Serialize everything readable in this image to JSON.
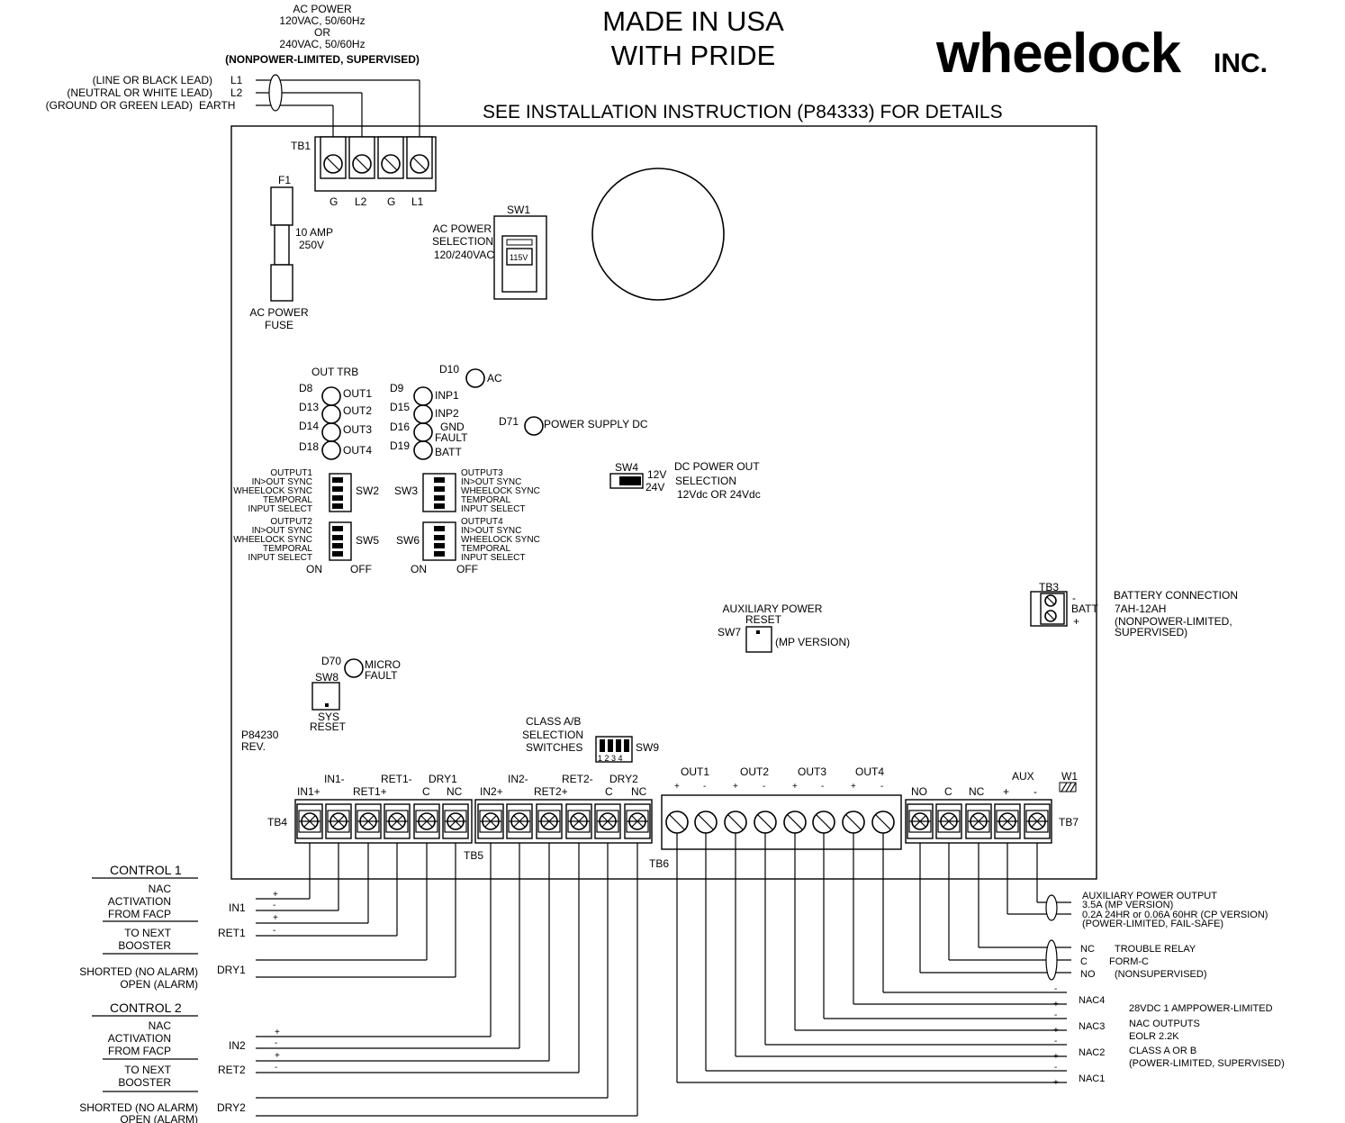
{
  "header": {
    "made_in_1": "MADE IN USA",
    "made_in_2": "WITH PRIDE",
    "brand": "wheelock",
    "brand_suffix": "INC.",
    "instructions": "SEE INSTALLATION INSTRUCTION (P84333) FOR DETAILS"
  },
  "ac_power": {
    "title": "AC POWER",
    "line1": "120VAC, 50/60Hz",
    "or": "OR",
    "line2": "240VAC, 50/60Hz",
    "note": "(NONPOWER-LIMITED, SUPERVISED)",
    "leads": [
      {
        "desc": "(LINE OR BLACK LEAD)",
        "term": "L1"
      },
      {
        "desc": "(NEUTRAL OR WHITE LEAD)",
        "term": "L2"
      },
      {
        "desc": "(GROUND OR GREEN LEAD)",
        "term": "EARTH"
      }
    ]
  },
  "tb1": {
    "label": "TB1",
    "terminals": [
      "G",
      "L2",
      "G",
      "L1"
    ]
  },
  "fuse": {
    "ref": "F1",
    "rating1": "10 AMP",
    "rating2": "250V",
    "name1": "AC POWER",
    "name2": "FUSE"
  },
  "sw1": {
    "ref": "SW1",
    "l1": "AC POWER",
    "l2": "SELECTION",
    "l3": "120/240VAC",
    "value": "115V"
  },
  "leds_out": {
    "title": "OUT TRB",
    "items": [
      {
        "ref": "D8",
        "label": "OUT1"
      },
      {
        "ref": "D13",
        "label": "OUT2"
      },
      {
        "ref": "D14",
        "label": "OUT3"
      },
      {
        "ref": "D18",
        "label": "OUT4"
      }
    ]
  },
  "leds_in": {
    "items": [
      {
        "ref": "D9",
        "label": "INP1"
      },
      {
        "ref": "D15",
        "label": "INP2"
      },
      {
        "ref": "D16",
        "label": "GND"
      },
      {
        "ref": "D19",
        "label": "BATT"
      }
    ],
    "fault": "FAULT"
  },
  "led_ac": {
    "ref": "D10",
    "label": "AC"
  },
  "led_ps": {
    "ref": "D71",
    "label": "POWER SUPPLY DC"
  },
  "dip_left": {
    "sw2": {
      "ref": "SW2",
      "title": "OUTPUT1",
      "items": [
        "IN>OUT SYNC",
        "WHEELOCK SYNC",
        "TEMPORAL",
        "INPUT SELECT"
      ]
    },
    "sw5": {
      "ref": "SW5",
      "title": "OUTPUT2",
      "items": [
        "IN>OUT SYNC",
        "WHEELOCK SYNC",
        "TEMPORAL",
        "INPUT SELECT"
      ]
    },
    "on": "ON",
    "off": "OFF"
  },
  "dip_right": {
    "sw3": {
      "ref": "SW3",
      "title": "OUTPUT3",
      "items": [
        "IN>OUT SYNC",
        "WHEELOCK SYNC",
        "TEMPORAL",
        "INPUT SELECT"
      ]
    },
    "sw6": {
      "ref": "SW6",
      "title": "OUTPUT4",
      "items": [
        "IN>OUT SYNC",
        "WHEELOCK SYNC",
        "TEMPORAL",
        "INPUT SELECT"
      ]
    },
    "on": "ON",
    "off": "OFF"
  },
  "sw4": {
    "ref": "SW4",
    "v12": "12V",
    "v24": "24V",
    "l1": "DC POWER OUT",
    "l2": "SELECTION",
    "l3": "12Vdc OR 24Vdc"
  },
  "tb3": {
    "ref": "TB3",
    "minus": "-",
    "plus": "+",
    "batt": "BATT",
    "l1": "BATTERY CONNECTION",
    "l2": "7AH-12AH",
    "l3": "(NONPOWER-LIMITED,",
    "l4": "SUPERVISED)"
  },
  "sw7": {
    "l1": "AUXILIARY POWER",
    "l2": "RESET",
    "ref": "SW7",
    "note": "(MP VERSION)"
  },
  "micro": {
    "ref": "D70",
    "l1": "MICRO",
    "l2": "FAULT",
    "sw": "SW8",
    "r1": "SYS",
    "r2": "RESET"
  },
  "partno": {
    "p": "P84230",
    "rev": "REV."
  },
  "sw9": {
    "l1": "CLASS A/B",
    "l2": "SELECTION",
    "l3": "SWITCHES",
    "ref": "SW9",
    "nums": "1 2 3 4"
  },
  "tb4": {
    "ref": "TB4",
    "top": [
      "IN1-",
      "RET1-",
      "DRY1"
    ],
    "bottom": [
      "IN1+",
      "RET1+",
      "C",
      "NC"
    ]
  },
  "tb5": {
    "ref": "TB5",
    "top": [
      "IN2-",
      "RET2-",
      "DRY2"
    ],
    "bottom": [
      "IN2+",
      "RET2+",
      "C",
      "NC"
    ]
  },
  "tb6": {
    "ref": "TB6",
    "outs": [
      "OUT1",
      "OUT2",
      "OUT3",
      "OUT4"
    ],
    "pm": [
      "+",
      "-"
    ]
  },
  "tb7": {
    "ref": "TB7",
    "labels": [
      "NO",
      "C",
      "NC",
      "+",
      "-"
    ],
    "aux": "AUX",
    "w1": "W1"
  },
  "control1": {
    "title": "CONTROL 1",
    "nac1": "NAC",
    "nac2": "ACTIVATION",
    "nac3": "FROM FACP",
    "in": "IN1",
    "next1": "TO NEXT",
    "next2": "BOOSTER",
    "ret": "RET1",
    "dry1": "SHORTED (NO ALARM)",
    "dry2": "OPEN (ALARM)",
    "dry": "DRY1",
    "plus": "+",
    "minus": "-"
  },
  "control2": {
    "title": "CONTROL 2",
    "nac1": "NAC",
    "nac2": "ACTIVATION",
    "nac3": "FROM FACP",
    "in": "IN2",
    "next1": "TO NEXT",
    "next2": "BOOSTER",
    "ret": "RET2",
    "dry1": "SHORTED (NO ALARM)",
    "dry2": "OPEN (ALARM)",
    "dry": "DRY2",
    "plus": "+",
    "minus": "-"
  },
  "aux_out": {
    "l1": "AUXILIARY POWER OUTPUT",
    "l2": "3.5A (MP VERSION)",
    "l3": "0.2A 24HR or 0.06A 60HR (CP VERSION)",
    "l4": "(POWER-LIMITED, FAIL-SAFE)"
  },
  "trouble": {
    "nc": "NC",
    "c": "C",
    "no": "NO",
    "t1": "TROUBLE RELAY",
    "t2": "FORM-C",
    "t3": "(NONSUPERVISED)"
  },
  "nac_out": {
    "names": [
      "NAC4",
      "NAC3",
      "NAC2",
      "NAC1"
    ],
    "d1": "28VDC 1 AMPPOWER-LIMITED",
    "d2": "NAC OUTPUTS",
    "d3": "EOLR 2.2K",
    "d4": "CLASS A OR B",
    "d5": "(POWER-LIMITED, SUPERVISED)",
    "plus": "+",
    "minus": "-"
  }
}
